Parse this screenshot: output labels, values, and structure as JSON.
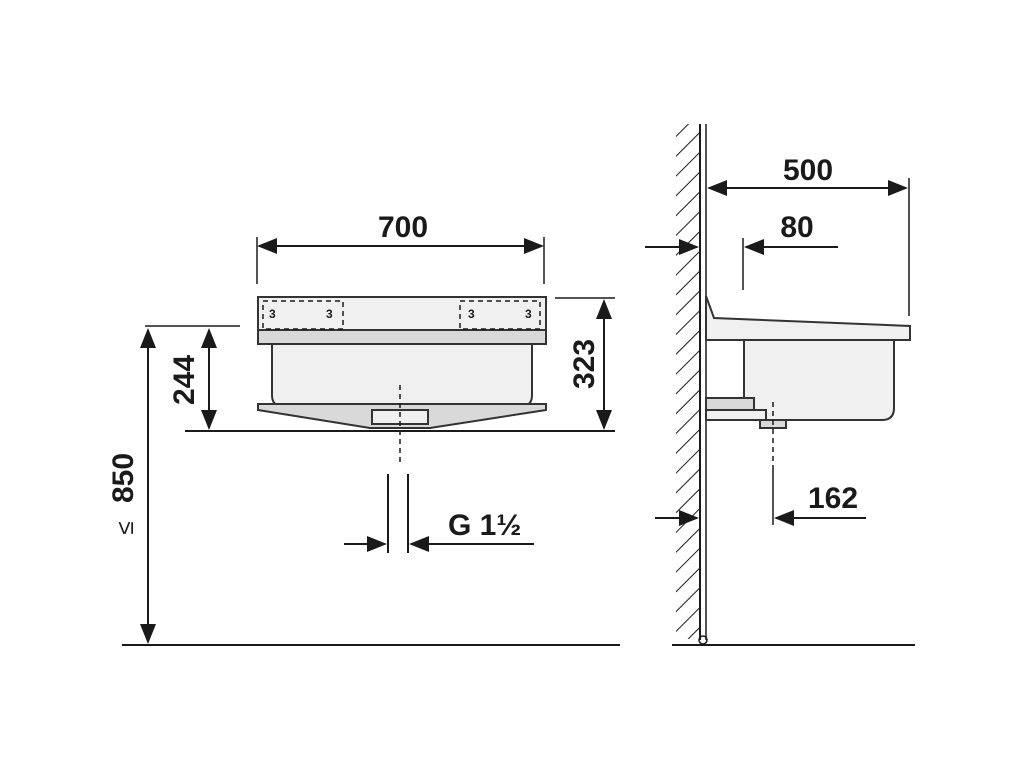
{
  "colors": {
    "ink": "#1a1a1a",
    "basin_fill": "#f0f0f0",
    "basin_shade": "#d9d9d9",
    "background": "#ffffff"
  },
  "front_view": {
    "width_label": "700",
    "rim_height_label": "244",
    "bowl_height_label": "323",
    "mount_height_label": "850",
    "mount_height_qualifier": "≤",
    "drain_thread_label": "G 1½"
  },
  "side_view": {
    "depth_label": "500",
    "edge_offset_label": "80",
    "drain_offset_label": "162"
  }
}
